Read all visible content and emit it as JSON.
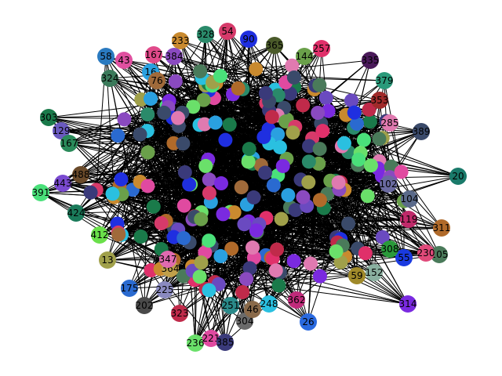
{
  "graph": {
    "edge_color": "#000000",
    "nodes": [
      {
        "label": "54",
        "color": "#d63a6a"
      },
      {
        "label": "90",
        "color": "#1f2fe0"
      },
      {
        "label": "233",
        "color": "#c98a2f"
      },
      {
        "label": "328",
        "color": "#2a8a6a"
      },
      {
        "label": "365",
        "color": "#4a5a2a"
      },
      {
        "label": "257",
        "color": "#e0306a"
      },
      {
        "label": "144",
        "color": "#6aa04a"
      },
      {
        "label": "58",
        "color": "#2a7ac0"
      },
      {
        "label": "43",
        "color": "#e050a0"
      },
      {
        "label": "167",
        "color": "#e04a8a"
      },
      {
        "label": "384",
        "color": "#8a4ac0"
      },
      {
        "label": "324",
        "color": "#3a7a5a"
      },
      {
        "label": "16",
        "color": "#2aa0e0"
      },
      {
        "label": "76",
        "color": "#a06a3a"
      },
      {
        "label": "335",
        "color": "#4a1a5a"
      },
      {
        "label": "379",
        "color": "#2a9a7a"
      },
      {
        "label": "353",
        "color": "#a02a2a"
      },
      {
        "label": "303",
        "color": "#1a7a4a"
      },
      {
        "label": "129",
        "color": "#6a5ac0"
      },
      {
        "label": "167",
        "color": "#2a8a5a"
      },
      {
        "label": "285",
        "color": "#e07ab0"
      },
      {
        "label": "389",
        "color": "#3a4a6a"
      },
      {
        "label": "20",
        "color": "#1a7a6a"
      },
      {
        "label": "443",
        "color": "#7a4ad0"
      },
      {
        "label": "391",
        "color": "#4ae07a"
      },
      {
        "label": "488",
        "color": "#6a4a2a"
      },
      {
        "label": "424",
        "color": "#1a7a5a"
      },
      {
        "label": "104",
        "color": "#5a6a8a"
      },
      {
        "label": "102",
        "color": "#6a6aa0"
      },
      {
        "label": "119",
        "color": "#c02a6a"
      },
      {
        "label": "311",
        "color": "#b06a2a"
      },
      {
        "label": "412",
        "color": "#6ae04a"
      },
      {
        "label": "13",
        "color": "#a0a04a"
      },
      {
        "label": "55",
        "color": "#1a3ae0"
      },
      {
        "label": "105",
        "color": "#4a7a5a"
      },
      {
        "label": "230",
        "color": "#e04a7a"
      },
      {
        "label": "152",
        "color": "#8ab0a0"
      },
      {
        "label": "59",
        "color": "#a08a2a"
      },
      {
        "label": "175",
        "color": "#2a6ad0"
      },
      {
        "label": "202",
        "color": "#4a4a4a"
      },
      {
        "label": "225",
        "color": "#8a8ac0"
      },
      {
        "label": "323",
        "color": "#c02a4a"
      },
      {
        "label": "251",
        "color": "#2a8a8a"
      },
      {
        "label": "248",
        "color": "#2ac0e0"
      },
      {
        "label": "362",
        "color": "#c02a7a"
      },
      {
        "label": "314",
        "color": "#7a2ae0"
      },
      {
        "label": "26",
        "color": "#2a6ae0"
      },
      {
        "label": "304",
        "color": "#6a6a6a"
      },
      {
        "label": "46",
        "color": "#8a6a4a"
      },
      {
        "label": "236",
        "color": "#6ae06a"
      },
      {
        "label": "221",
        "color": "#e04aa0"
      },
      {
        "label": "385",
        "color": "#3a3a7a"
      },
      {
        "label": "364",
        "color": "#c0a04a"
      },
      {
        "label": "347",
        "color": "#e06ab0"
      },
      {
        "label": "308",
        "color": "#2a9a3a"
      }
    ]
  }
}
